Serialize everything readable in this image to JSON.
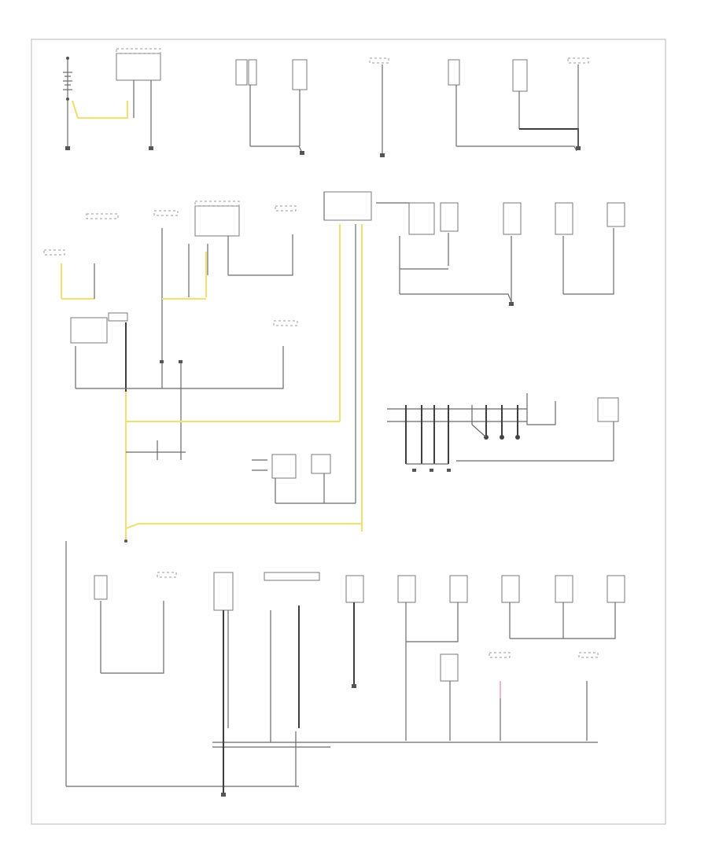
{
  "diagram": {
    "footer_code": "",
    "components": [
      {
        "id": "battery",
        "text": ""
      },
      {
        "id": "transmission",
        "text": ""
      },
      {
        "id": "comp_top_1",
        "text": ""
      },
      {
        "id": "comp_top_2",
        "text": ""
      },
      {
        "id": "comp_top_3",
        "text": ""
      },
      {
        "id": "comp_top_4",
        "text": ""
      },
      {
        "id": "comp_top_5",
        "text": ""
      },
      {
        "id": "comp_top_6",
        "text": ""
      },
      {
        "id": "mid_sensor_1",
        "text": ""
      },
      {
        "id": "mid_sensor_2",
        "text": ""
      },
      {
        "id": "mid_sensor_3",
        "text": ""
      },
      {
        "id": "mid_sensor_4",
        "text": ""
      },
      {
        "id": "right_row_1",
        "text": ""
      },
      {
        "id": "right_row_2",
        "text": ""
      },
      {
        "id": "right_row_3",
        "text": ""
      },
      {
        "id": "right_row_4",
        "text": ""
      },
      {
        "id": "right_row_5",
        "text": ""
      },
      {
        "id": "bottom_row_1",
        "text": ""
      },
      {
        "id": "bottom_row_2",
        "text": ""
      },
      {
        "id": "bottom_row_3",
        "text": ""
      },
      {
        "id": "bottom_row_4",
        "text": ""
      },
      {
        "id": "bottom_row_5",
        "text": ""
      },
      {
        "id": "bottom_row_6",
        "text": ""
      },
      {
        "id": "bottom_row_7",
        "text": ""
      },
      {
        "id": "bottom_row_8",
        "text": ""
      },
      {
        "id": "bottom_row_9",
        "text": ""
      },
      {
        "id": "bottom_row_10",
        "text": ""
      }
    ],
    "grounds": [
      {
        "id": "g_bat_left",
        "text": ""
      },
      {
        "id": "g_bat_right",
        "text": ""
      },
      {
        "id": "g_top_mid",
        "text": ""
      },
      {
        "id": "g_top_right",
        "text": ""
      },
      {
        "id": "g_right_row",
        "text": ""
      },
      {
        "id": "g_mid_right",
        "text": ""
      },
      {
        "id": "g_mid_right2",
        "text": ""
      },
      {
        "id": "g_center_bottom",
        "text": ""
      },
      {
        "id": "g_bottom_main",
        "text": ""
      }
    ],
    "wire_colors": {
      "ground_wire": "#6a6a6a",
      "heavy_ground": "#3e3e3e",
      "yellow_highlight": "#ece27a",
      "pink_highlight": "#e9a3b2"
    }
  }
}
